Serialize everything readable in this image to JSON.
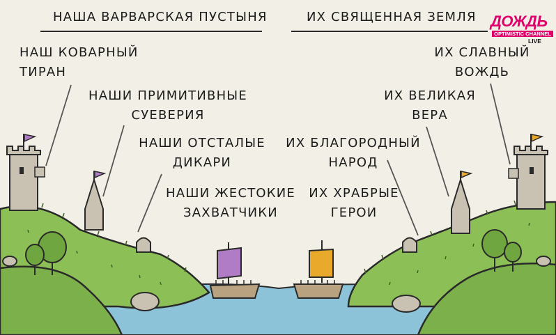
{
  "headers": {
    "left": "НАША ВАРВАРСКАЯ ПУСТЫНЯ",
    "right": "ИХ СВЯЩЕННАЯ ЗЕМЛЯ"
  },
  "left_labels": {
    "tyrant": "НАШ КОВАРНЫЙ\nТИРАН",
    "superstitions": "НАШИ ПРИМИТИВНЫЕ\nСУЕВЕРИЯ",
    "savages": "НАШИ ОТСТАЛЫЕ\nДИКАРИ",
    "invaders": "НАШИ ЖЕСТОКИЕ\nЗАХВАТЧИКИ"
  },
  "right_labels": {
    "leader": "ИХ СЛАВНЫЙ\nВОЖДЬ",
    "faith": "ИХ ВЕЛИКАЯ\nВЕРА",
    "people": "ИХ БЛАГОРОДНЫЙ\nНАРОД",
    "heroes": "ИХ ХРАБРЫЕ\nГЕРОИ"
  },
  "logo": {
    "wordmark": "ДОЖДЬ",
    "subtitle": "OPTIMISTIC CHANNEL",
    "badge": "LIVE"
  },
  "colors": {
    "flag_left": "#b07cc6",
    "flag_right": "#e9a92a",
    "sail_left": "#b07cc6",
    "sail_right": "#e9a92a",
    "hill": "#8cbf55",
    "hill_dark": "#6fa63f",
    "water": "#8cc3d8",
    "sky": "#f2f0e6",
    "stone": "#c9c2b2",
    "logo": "#e0006b"
  }
}
